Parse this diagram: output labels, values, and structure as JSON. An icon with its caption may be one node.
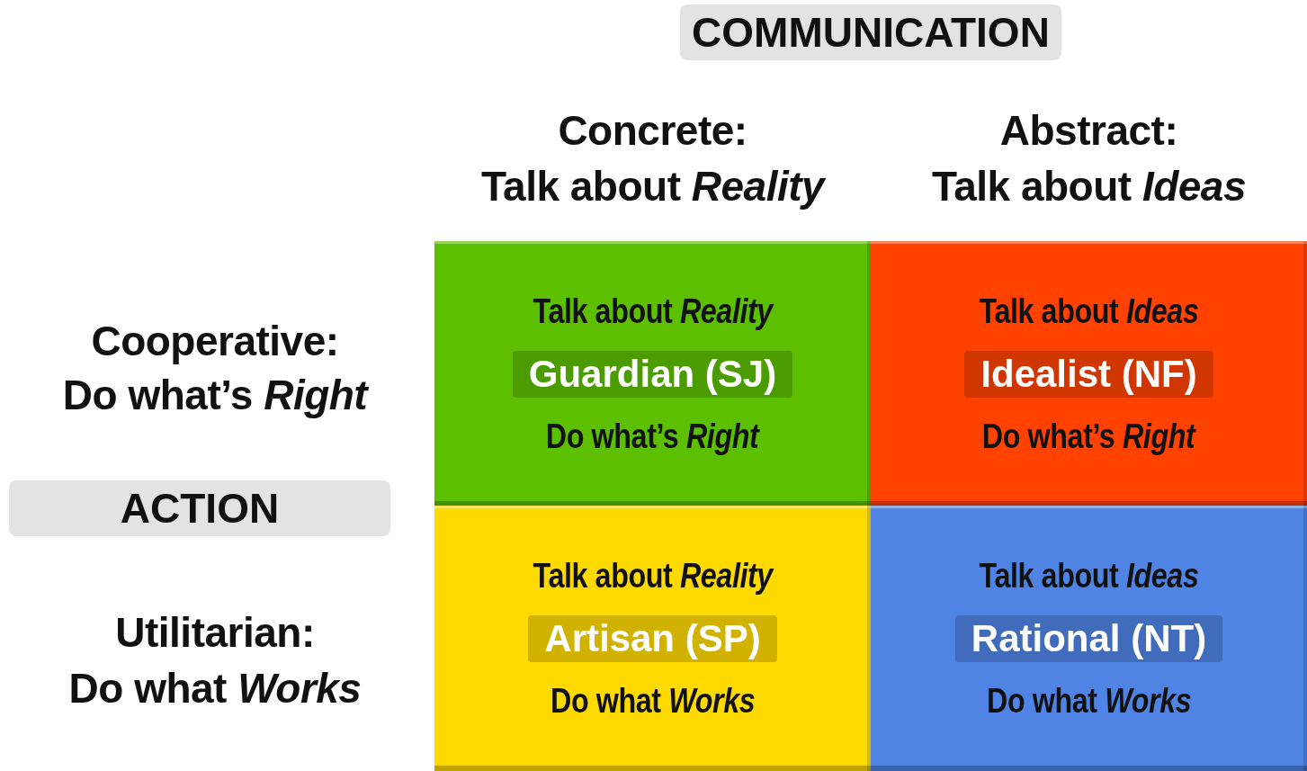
{
  "diagram": {
    "nodes": [
      {
        "text": [
          "Talk about *Reality*",
          "Guardian (SJ)",
          "Do what’s *Right*"
        ]
      },
      {
        "text": [
          "Talk about *Ideas*",
          "Idealist (NF)",
          "Do what’s *Right*"
        ]
      },
      {
        "text": [
          "Talk about *Reality*",
          "Artisan (SP)",
          "Do what *Works*"
        ]
      },
      {
        "text": [
          "Talk about *Ideas*",
          "Rational (NT)",
          "Do what *Works*"
        ]
      }
    ],
    "labels": [
      "COMMUNICATION",
      "Concrete:",
      "Talk about *Reality*",
      "Abstract:",
      "Talk about *Ideas*",
      "Cooperative:",
      "Do what’s *Right*",
      "ACTION",
      "Utilitarian:",
      "Do what *Works*"
    ]
  }
}
